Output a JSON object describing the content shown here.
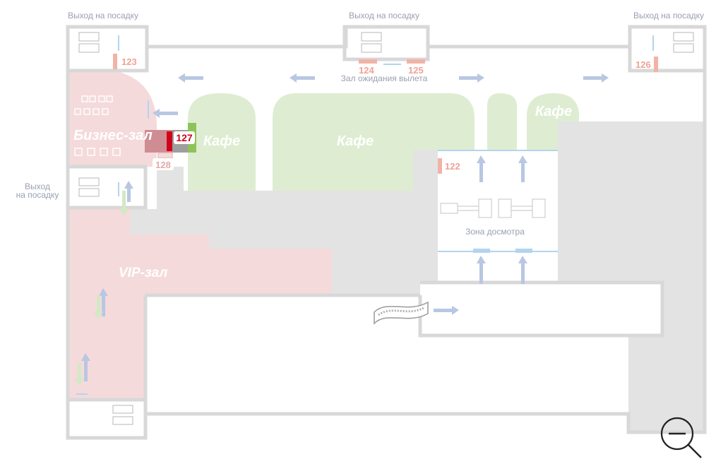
{
  "colors": {
    "wall": "#d8d8d8",
    "grey_zone": "#e3e3e3",
    "cafe": "#deedd2",
    "lounge": "#f5dadb",
    "business_room": "#cf8d93",
    "accent_red": "#d0021b",
    "gate_num": "#f0a294",
    "gate_marker": "#f2b3a7",
    "arrow": "#b8c7e2",
    "label_grey": "#9a9fb3"
  },
  "gate_exit_labels": [
    "Выход на посадку",
    "Выход на посадку",
    "Выход на посадку"
  ],
  "side_exit_label": [
    "Выход",
    "на посадку"
  ],
  "gate_numbers": [
    "123",
    "124",
    "125",
    "126",
    "122"
  ],
  "area_labels": {
    "departure_hall": "Зал ожидания вылета",
    "security": "Зона досмотра"
  },
  "cafes": [
    "Кафе",
    "Кафе",
    "Кафе"
  ],
  "business_lounge": "Бизнес-зал",
  "vip_lounge": "VIP-зал",
  "selected_room": "127",
  "room_128": "128",
  "zoom_control": {
    "icon": "zoom-out-icon"
  }
}
